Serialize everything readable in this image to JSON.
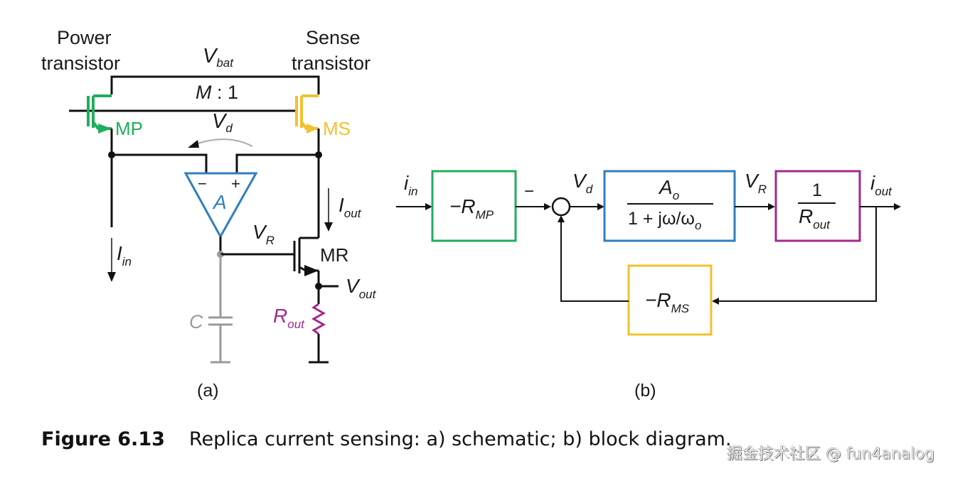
{
  "colors": {
    "wire": "#111111",
    "power_transistor": "#1fae5b",
    "sense_transistor": "#f2c12e",
    "amplifier": "#2f7ec0",
    "capacitor": "#9a9a9a",
    "resistor": "#a3288f",
    "block_rmp": "#1fae5b",
    "block_amp": "#2f7ec0",
    "block_rout": "#a3288f",
    "block_rms": "#f2c12e"
  },
  "schematic": {
    "power_label_line1": "Power",
    "power_label_line2": "transistor",
    "sense_label_line1": "Sense",
    "sense_label_line2": "transistor",
    "vbat_main": "V",
    "vbat_sub": "bat",
    "ratio_m": "M",
    "ratio_rest": " : 1",
    "vd_main": "V",
    "vd_sub": "d",
    "mp_label": "MP",
    "ms_label": "MS",
    "amp_minus": "−",
    "amp_plus": "+",
    "amp_label": "A",
    "iout_main": "I",
    "iout_sub": "out",
    "iin_main": "I",
    "iin_sub": "in",
    "vr_main": "V",
    "vr_sub": "R",
    "mr_label": "MR",
    "vout_main": "V",
    "vout_sub": "out",
    "c_label": "C",
    "rout_main": "R",
    "rout_sub": "out",
    "sublabel": "(a)"
  },
  "block_diagram": {
    "iin_main": "i",
    "iin_sub": "in",
    "rmp_main": "−R",
    "rmp_sub": "MP",
    "minus_sign": "−",
    "vd_main": "V",
    "vd_sub": "d",
    "amp_num_main": "A",
    "amp_num_sub": "o",
    "amp_den_text": "1 + jω/ω",
    "amp_den_sub": "o",
    "vr_main": "V",
    "vr_sub": "R",
    "rout_num": "1",
    "rout_den_main": "R",
    "rout_den_sub": "out",
    "iout_main": "i",
    "iout_sub": "out",
    "rms_main": "−R",
    "rms_sub": "MS",
    "sublabel": "(b)"
  },
  "caption": {
    "figure_number": "Figure 6.13",
    "text": "Replica current sensing: a) schematic; b) block diagram."
  },
  "watermark": "掘金技术社区 @ fun4analog"
}
